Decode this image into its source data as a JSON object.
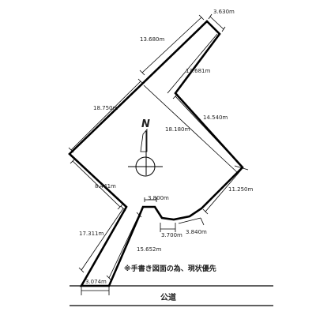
{
  "dimensions": {
    "d1": "3.630m",
    "d2": "13.680m",
    "d3": "13.681m",
    "d4": "18.750m",
    "d5": "14.540m",
    "d6": "18.180m",
    "d7": "11.250m",
    "d8": "8.441m",
    "d9": "3.800m",
    "d10": "3.700m",
    "d11": "3.840m",
    "d12": "17.311m",
    "d13": "15.652m",
    "d14": "3.074m"
  },
  "compass": {
    "label": "N"
  },
  "note": "※手書き図面の為、現状優先",
  "road": {
    "label": "公道"
  }
}
